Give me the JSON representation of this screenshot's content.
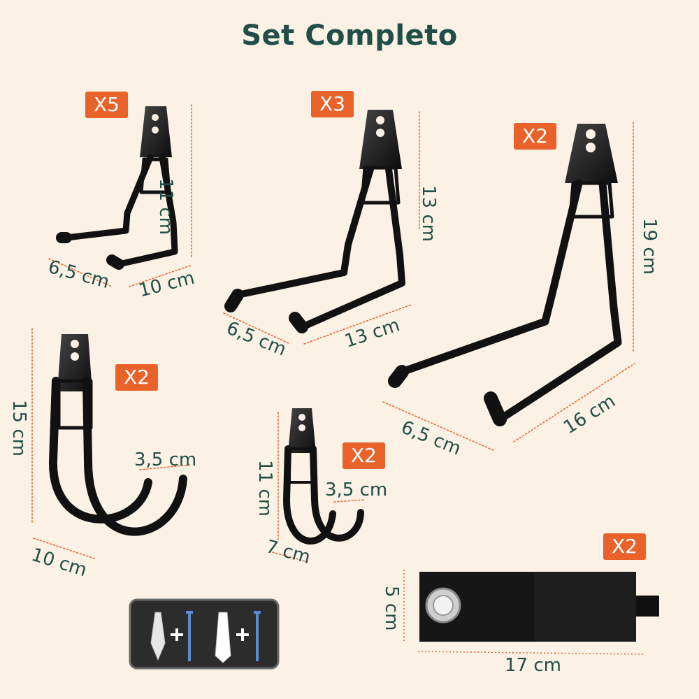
{
  "title": "Set Completo",
  "colors": {
    "accent": "#e8622a",
    "text": "#1f4f47",
    "background": "#fbf1e4",
    "guide": "#e8622a"
  },
  "items": [
    {
      "badge": "X5",
      "dims": [
        "11 cm",
        "6,5 cm",
        "10 cm"
      ]
    },
    {
      "badge": "X3",
      "dims": [
        "13 cm",
        "6,5 cm",
        "13 cm"
      ]
    },
    {
      "badge": "X2",
      "dims": [
        "19 cm",
        "6,5 cm",
        "16 cm"
      ]
    },
    {
      "badge": "X2",
      "dims": [
        "15 cm",
        "3,5 cm",
        "10 cm"
      ]
    },
    {
      "badge": "X2",
      "dims": [
        "11 cm",
        "3,5 cm",
        "7 cm"
      ]
    },
    {
      "badge": "X2",
      "dims": [
        "5 cm",
        "17 cm"
      ]
    }
  ]
}
